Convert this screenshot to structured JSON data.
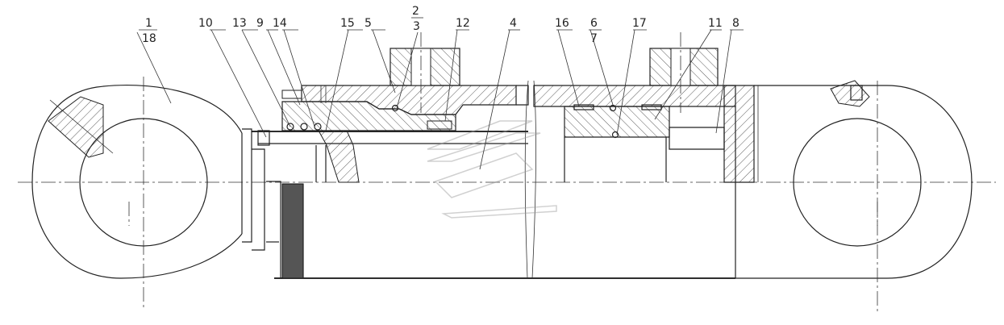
{
  "diagram": {
    "part_labels": [
      "1",
      "18",
      "10",
      "13",
      "9",
      "14",
      "15",
      "5",
      "2",
      "3",
      "12",
      "4",
      "16",
      "6",
      "7",
      "17",
      "11",
      "8"
    ],
    "colors": {
      "line": "#222222",
      "watermark": "#bdbdbd",
      "background": "#ffffff"
    }
  }
}
